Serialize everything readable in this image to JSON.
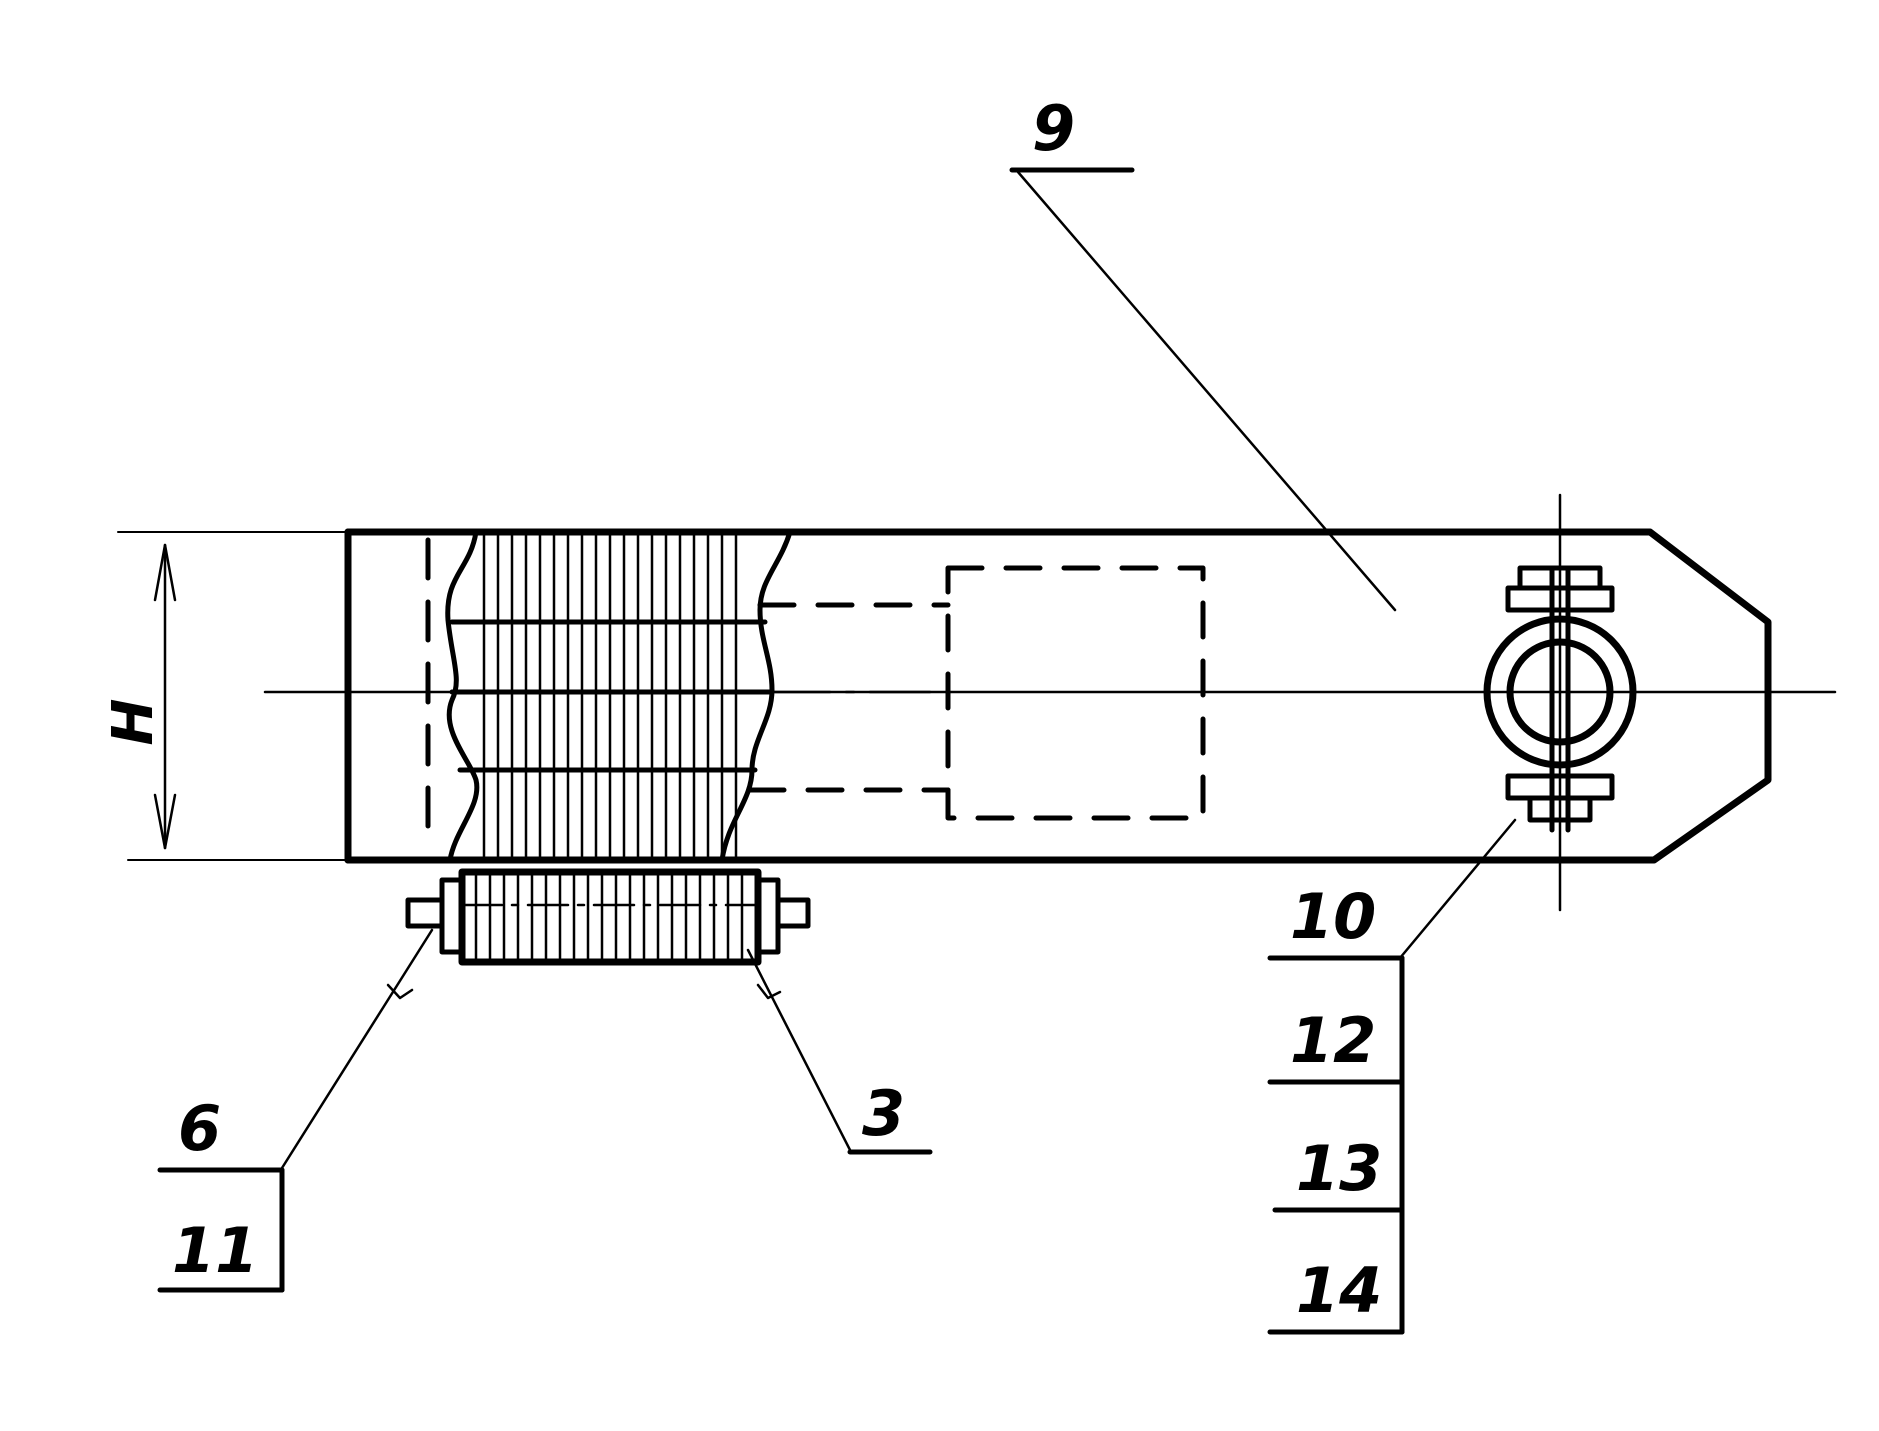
{
  "dimension": {
    "label": "Н"
  },
  "callouts": {
    "part_9": "9",
    "part_3": "3",
    "part_6": "6",
    "part_11": "11",
    "part_10": "10",
    "part_12": "12",
    "part_13": "13",
    "part_14": "14"
  }
}
